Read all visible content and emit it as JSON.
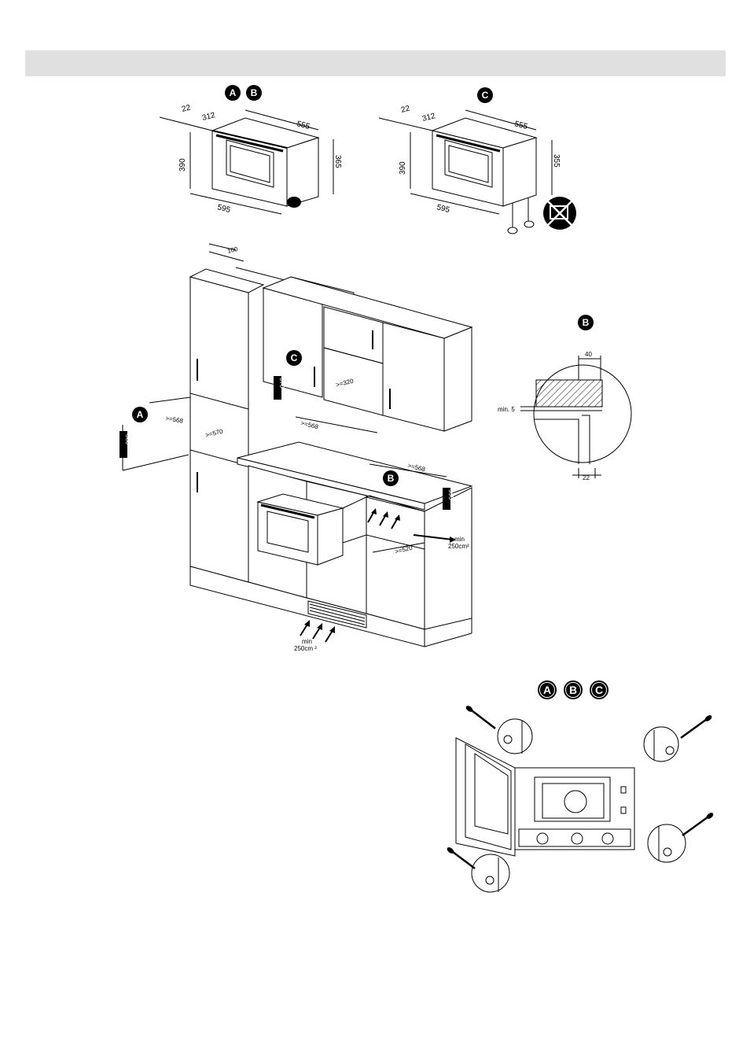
{
  "badges": {
    "a": "A",
    "b": "B",
    "c": "C"
  },
  "oven_ab": {
    "d22": "22",
    "d312": "312",
    "d555": "555",
    "d390": "390",
    "d365": "365",
    "d595": "595"
  },
  "oven_c": {
    "d22": "22",
    "d312": "312",
    "d555": "555",
    "d390": "390",
    "d355": "355",
    "d595": "595"
  },
  "kitchen": {
    "d100": "100",
    "a_depth": ">=568",
    "a_width": ">=570",
    "a_height": "380",
    "c_width": ">=320",
    "c_depth": ">=568",
    "c_height": "370",
    "b_depth": ">=568",
    "b_height": "595",
    "b_width": ">=520",
    "vent_right": "min 250cm²",
    "vent_right_l1": "min",
    "vent_right_l2": "250cm²",
    "vent_bottom_l1": "min",
    "vent_bottom_l2": "250cm ²"
  },
  "detail_b": {
    "d40": "40",
    "min5": "min. 5",
    "d22": "22"
  },
  "colors": {
    "header_band": "#e0e0e0",
    "badge_fill": "#000000"
  }
}
